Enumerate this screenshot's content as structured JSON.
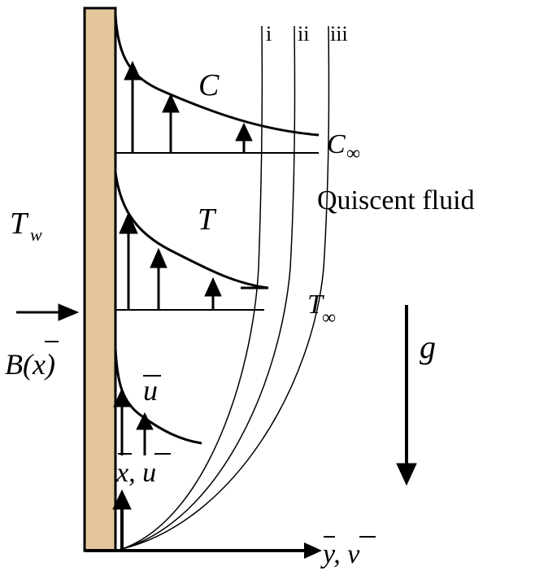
{
  "labels": {
    "boundary_i": "i",
    "boundary_ii": "ii",
    "boundary_iii": "iii",
    "concentration": "C",
    "concentration_inf": "C",
    "inf_symbol": "∞",
    "quiscent": "Quiscent fluid",
    "temperature": "T",
    "temperature_inf": "T",
    "wall_temperature": "T",
    "wall_sub": "w",
    "velocity": "u",
    "magnetic_field": "B(x)",
    "gravity": "g",
    "origin": "x, u",
    "y_axis": "y, v"
  },
  "colors": {
    "wall_fill": "#e3c79b",
    "ink": "#000000"
  }
}
